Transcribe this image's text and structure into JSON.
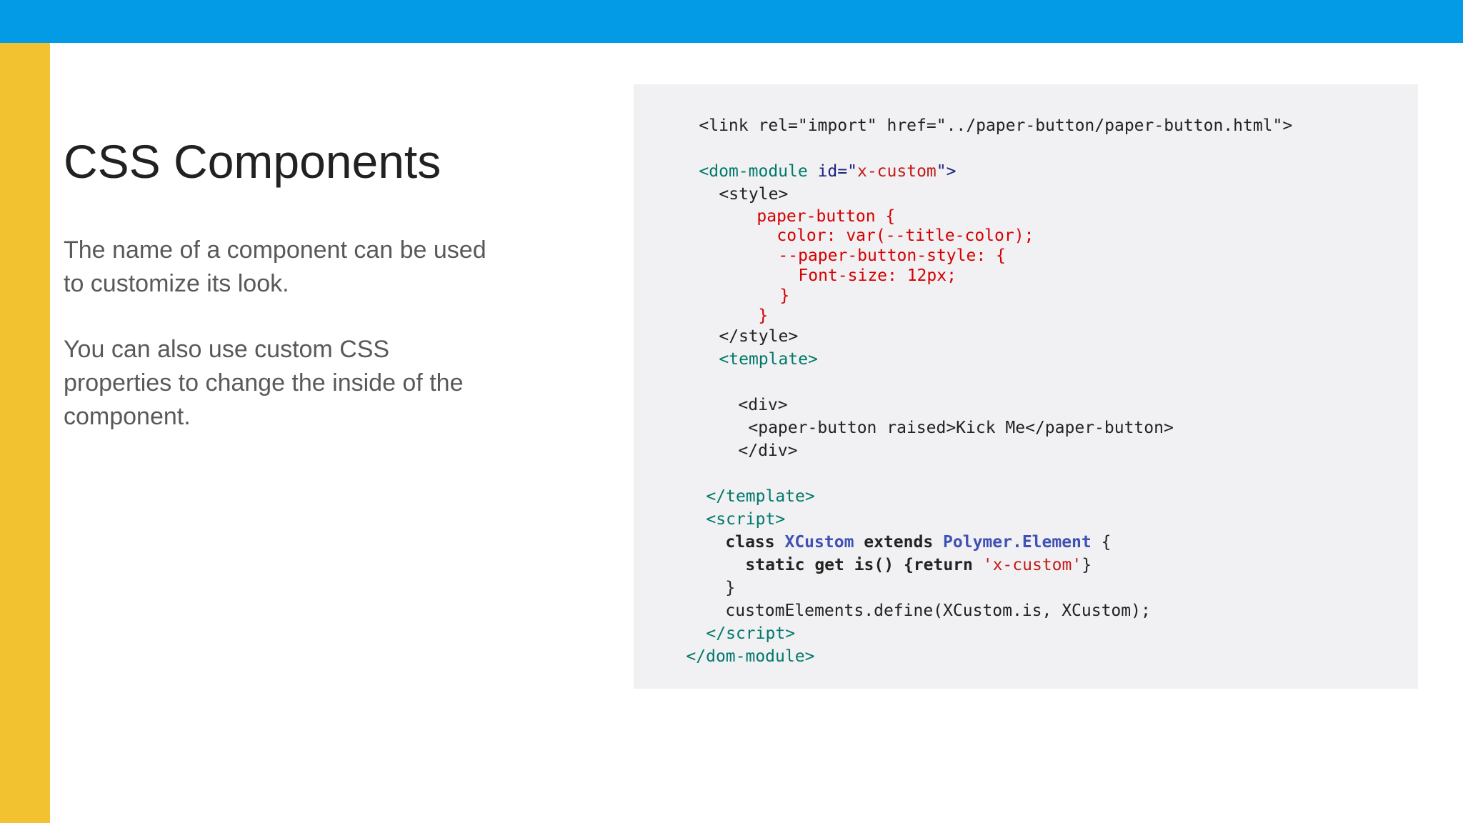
{
  "slide": {
    "title": "CSS Components",
    "paragraphs": [
      "The name of a component can be used to customize its look.",
      "You can also use custom CSS properties to change the inside of the component."
    ]
  },
  "colors": {
    "top_bar": "#039be5",
    "left_bar": "#f2c230",
    "code_background": "#f1f0f2",
    "code_default": "#222222",
    "code_tag_name": "#00796b",
    "code_attr_name": "#1a237e",
    "code_string": "#c41a16",
    "code_css": "#d50000",
    "code_class_name": "#3f51b5"
  },
  "code": {
    "line_1": "<link rel=\"import\" href=\"../paper-button/paper-button.html\">",
    "line_2": {
      "a": "<",
      "b": "dom-module",
      "c": " id",
      "d": "=\"",
      "e": "x-custom",
      "f": "\">"
    },
    "line_3": "<style>",
    "line_4": "paper-button {",
    "line_5": "color: var(--title-color);",
    "line_6": "--paper-button-style: {",
    "line_7": "Font-size: 12px;",
    "line_8": "}",
    "line_9": "}",
    "line_10": "</style>",
    "line_11": {
      "a": "<",
      "b": "template",
      "c": ">"
    },
    "line_12": "<div>",
    "line_13": "<paper-button raised>Kick Me</paper-button>",
    "line_14": "</div>",
    "line_15": {
      "a": "</",
      "b": "template",
      "c": ">"
    },
    "line_16": {
      "a": "<",
      "b": "script",
      "c": ">"
    },
    "line_17": {
      "a": "class ",
      "b": "XCustom",
      "c": " extends ",
      "d": "Polymer.Element",
      "e": " {"
    },
    "line_18": {
      "a": "static get is() {return ",
      "b": "'x-custom'",
      "c": "}"
    },
    "line_19": "}",
    "line_20": "customElements.define(XCustom.is, XCustom);",
    "line_21": {
      "a": "</",
      "b": "script",
      "c": ">"
    },
    "line_22": {
      "a": "</",
      "b": "dom-module",
      "c": ">"
    }
  }
}
